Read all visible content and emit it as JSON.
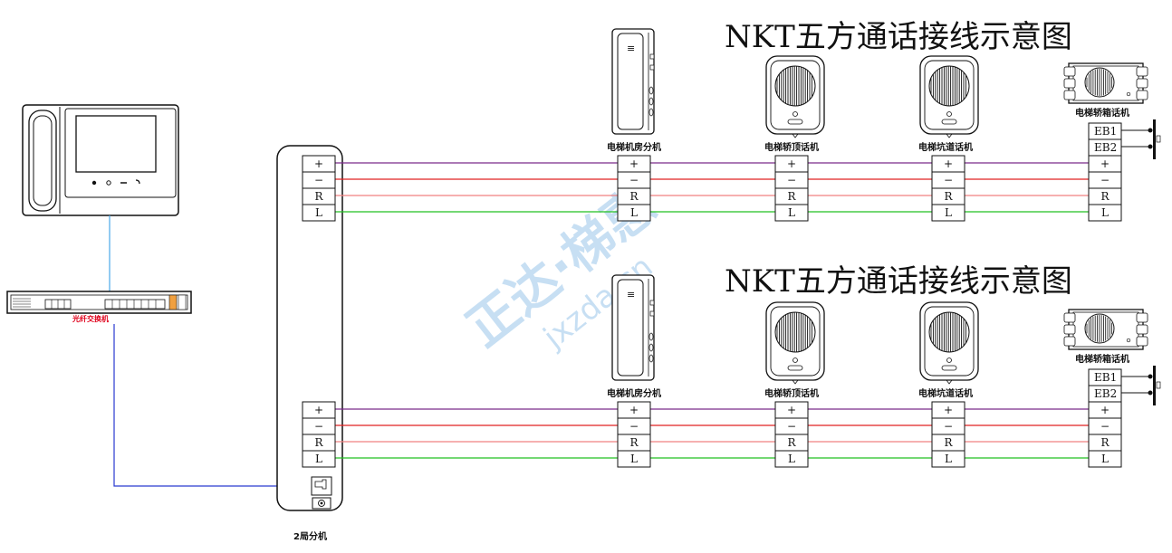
{
  "diagram": {
    "title": "NKT五方通话接线示意图",
    "labels": {
      "machine_room": "电梯机房分机",
      "car_top": "电梯轿顶话机",
      "pit": "电梯坑道话机",
      "car": "电梯轿箱话机",
      "fiber_switch": "光纤交换机",
      "local_ext": "2局分机"
    },
    "terminals": [
      "+",
      "−",
      "R",
      "L"
    ],
    "eb_terminals": [
      "EB1",
      "EB2"
    ],
    "wire_colors": {
      "plus": "#7a2a8a",
      "minus": "#e02020",
      "r": "#f08080",
      "l": "#22c022",
      "fiber": "#2a3ad0",
      "network": "#4aa8e8"
    },
    "watermark": {
      "text": "正达·梯惠",
      "url": "jxzda.cn",
      "color": "#3b8fd6"
    }
  }
}
